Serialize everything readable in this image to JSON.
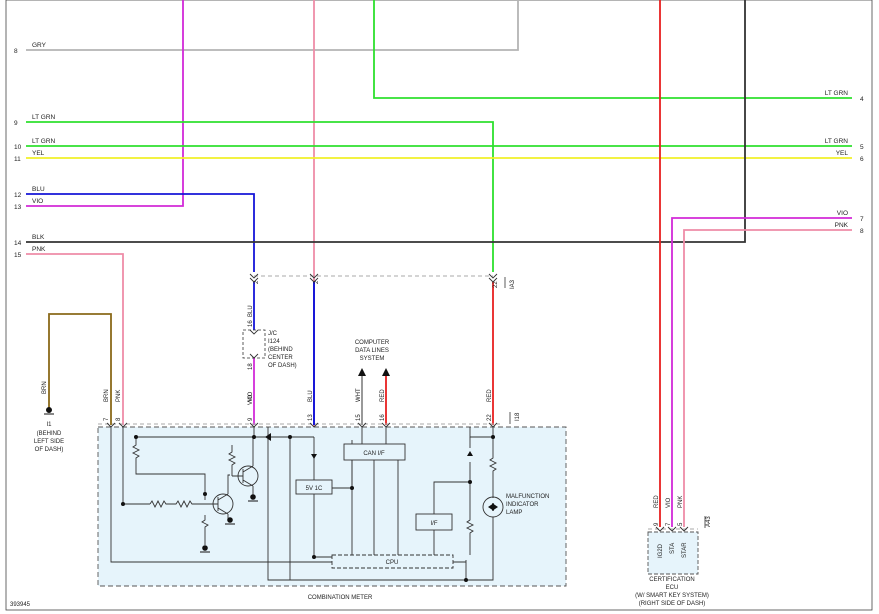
{
  "image_id": "393945",
  "left_wires": [
    {
      "pin": "8",
      "color": "GRY"
    },
    {
      "pin": "9",
      "color": "LT GRN"
    },
    {
      "pin": "10",
      "color": "LT GRN"
    },
    {
      "pin": "11",
      "color": "YEL"
    },
    {
      "pin": "12",
      "color": "BLU"
    },
    {
      "pin": "13",
      "color": "VIO"
    },
    {
      "pin": "14",
      "color": "BLK"
    },
    {
      "pin": "15",
      "color": "PNK"
    }
  ],
  "right_wires": [
    {
      "pin": "4",
      "color": "LT GRN"
    },
    {
      "pin": "5",
      "color": "LT GRN"
    },
    {
      "pin": "6",
      "color": "YEL"
    },
    {
      "pin": "7",
      "color": "VIO"
    },
    {
      "pin": "8",
      "color": "PNK"
    }
  ],
  "ground_i1": {
    "wire": "BRN",
    "label": "I1",
    "desc_lines": [
      "(BEHIND",
      "LEFT SIDE",
      "OF DASH)"
    ]
  },
  "jc": {
    "title": "J/C",
    "id": "I124",
    "desc_lines": [
      "(BEHIND",
      "CENTER",
      "OF DASH)"
    ]
  },
  "jc_pins": {
    "top_pin": "16",
    "top_wire": "BLU",
    "bottom_pin": "18",
    "bottom_wire": "VIO"
  },
  "upper_connector": {
    "pin_blu": "2",
    "pin_pnk": "2",
    "pin_ltgrn": "22",
    "id": "IA3"
  },
  "computer_lines": {
    "lines": [
      "COMPUTER",
      "DATA LINES",
      "SYSTEM"
    ]
  },
  "meter_pins": [
    {
      "pin": "7",
      "wire": "BRN"
    },
    {
      "pin": "8",
      "wire": "PNK"
    },
    {
      "pin": "9",
      "wire": "VIO"
    },
    {
      "pin": "13",
      "wire": "BLU"
    },
    {
      "pin": "15",
      "wire": "WHT"
    },
    {
      "pin": "16",
      "wire": "RED"
    },
    {
      "pin": "22",
      "wire": "RED"
    }
  ],
  "meter_connector_id": "I18",
  "meter_internal": {
    "reg": "5V 1C",
    "can": "CAN I/F",
    "if": "I/F",
    "cpu": "CPU",
    "lamp_lines": [
      "MALFUNCTION",
      "INDICATOR",
      "LAMP"
    ]
  },
  "combination_meter_label": "COMBINATION METER",
  "ecu": {
    "pins": [
      {
        "pin": "9",
        "wire": "RED",
        "name": "IG2D"
      },
      {
        "pin": "7",
        "wire": "VIO",
        "name": "STA"
      },
      {
        "pin": "5",
        "wire": "PNK",
        "name": "STAR"
      }
    ],
    "connector_id": "A43",
    "title_lines": [
      "CERTIFICATION",
      "ECU",
      "(W/ SMART KEY SYSTEM)",
      "(RIGHT SIDE OF DASH)"
    ]
  },
  "colors": {
    "gry": "#b4b4b4",
    "ltgrn": "#2ee02e",
    "yel": "#f0f028",
    "blu": "#1515d8",
    "vio": "#d22ad8",
    "blk": "#333333",
    "pnk": "#ee8ca8",
    "brn": "#8a6a1a",
    "red": "#e82020",
    "meter_fill": "#e6f4fb"
  }
}
